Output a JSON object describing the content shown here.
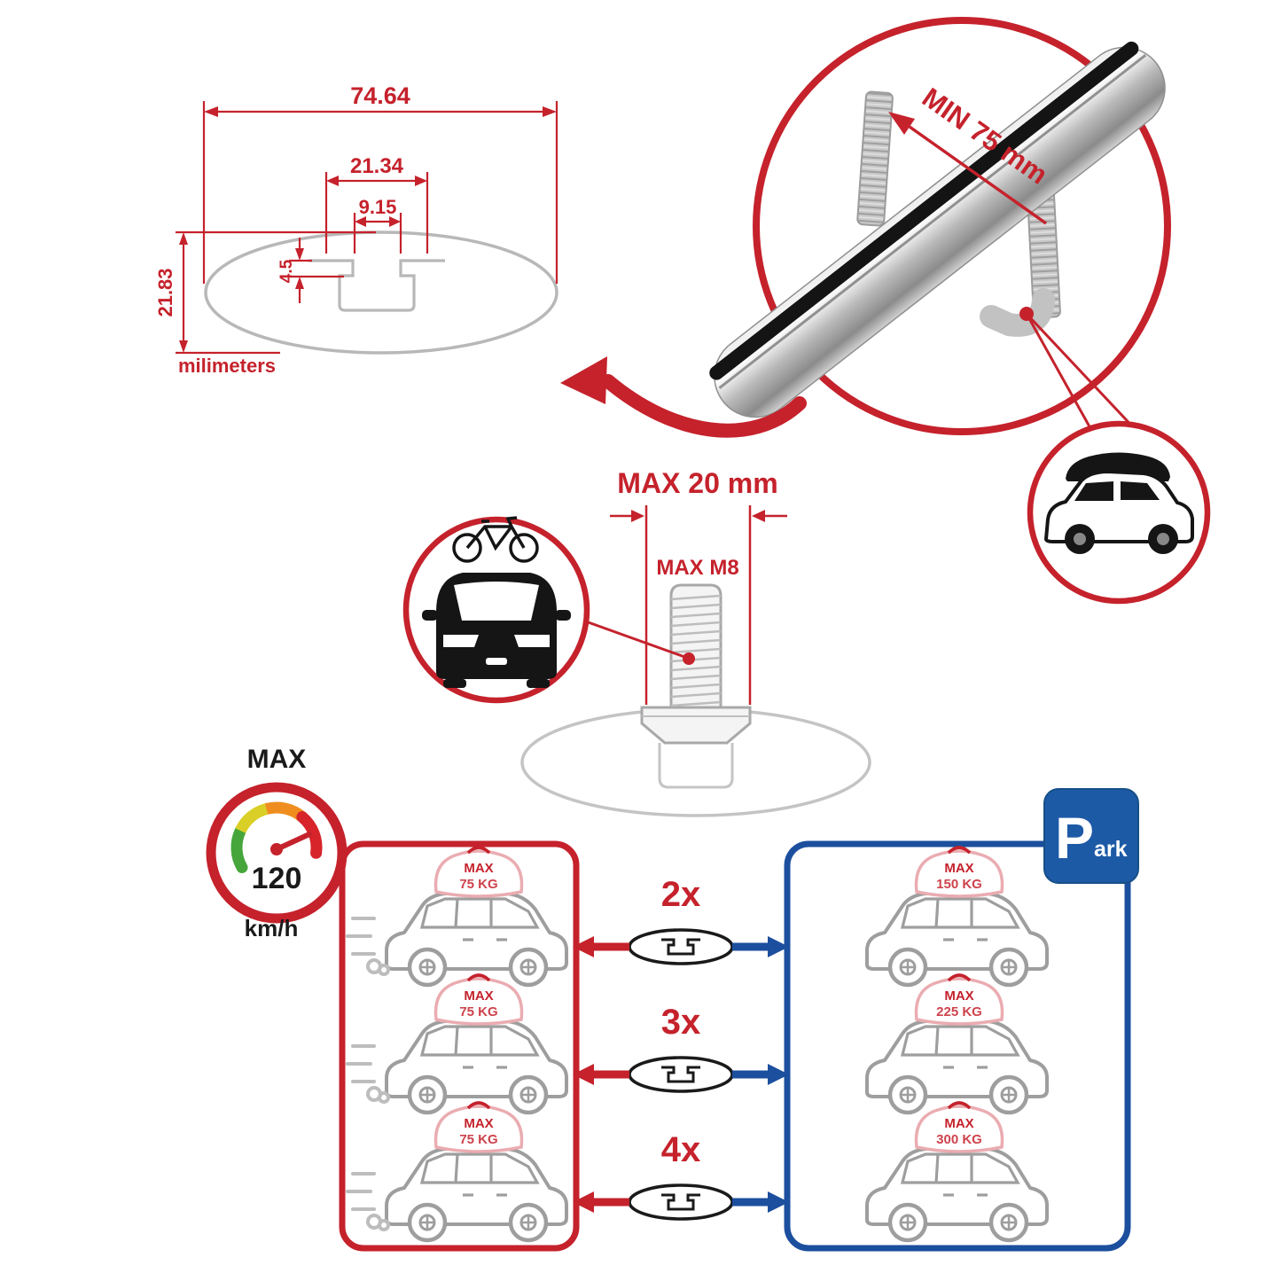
{
  "colors": {
    "red": "#c5222c",
    "blue": "#1c4f9e",
    "sign_blue": "#1d5aa6",
    "gray_line": "#b8b8b8",
    "gauge_green": "#46a63c",
    "gauge_yellow": "#d9cf26",
    "gauge_orange": "#ef8e1f",
    "gauge_red": "#d7232a"
  },
  "profile_diagram": {
    "dim_total_width": "74.64",
    "dim_slot_outer": "21.34",
    "dim_slot_inner": "9.15",
    "dim_slot_depth": "4.5",
    "dim_total_height": "21.83",
    "unit_label": "milimeters"
  },
  "crossbar_detail": {
    "min_clamp_label": "MIN 75 mm"
  },
  "bolt_detail": {
    "max_width_label": "MAX 20 mm",
    "max_thread_label": "MAX M8"
  },
  "speed_limit": {
    "label": "MAX",
    "value": "120",
    "unit": "km/h"
  },
  "driving_panel": {
    "rows": [
      {
        "max_label": "MAX",
        "weight": "75 KG"
      },
      {
        "max_label": "MAX",
        "weight": "75 KG"
      },
      {
        "max_label": "MAX",
        "weight": "75 KG"
      }
    ]
  },
  "crossbar_counts": {
    "rows": [
      {
        "count": "2x"
      },
      {
        "count": "3x"
      },
      {
        "count": "4x"
      }
    ]
  },
  "parking_panel": {
    "sign_p": "P",
    "sign_suffix": "ark",
    "rows": [
      {
        "max_label": "MAX",
        "weight": "150 KG"
      },
      {
        "max_label": "MAX",
        "weight": "225 KG"
      },
      {
        "max_label": "MAX",
        "weight": "300 KG"
      }
    ]
  }
}
